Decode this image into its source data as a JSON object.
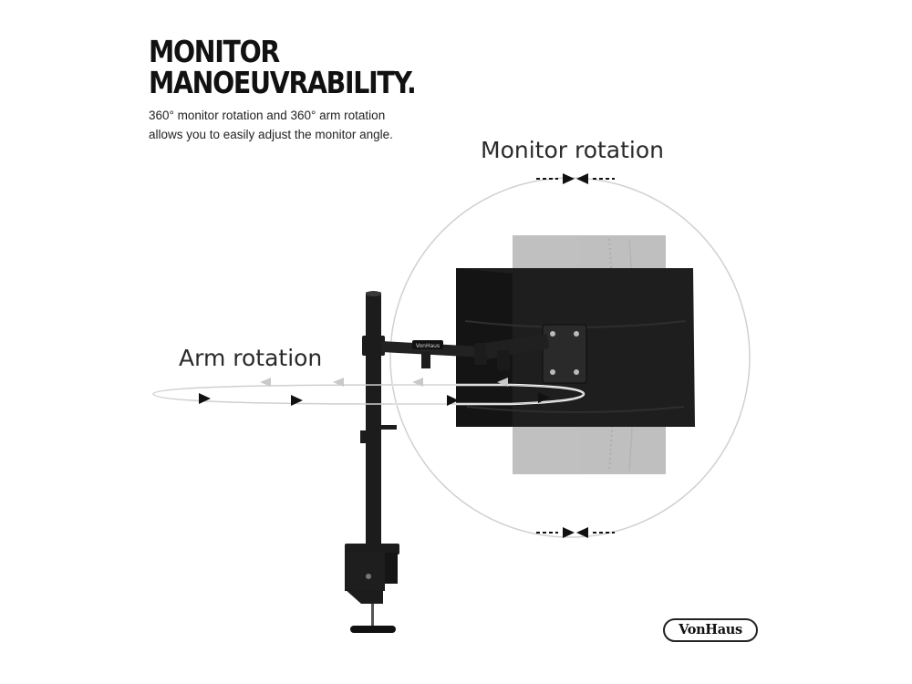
{
  "headline": {
    "line1": "MONITOR",
    "line2": "MANOEUVRABILITY."
  },
  "subtitle": {
    "line1": "360° monitor rotation and 360° arm rotation",
    "line2": "allows you to easily adjust the monitor angle."
  },
  "labels": {
    "monitor_rotation": "Monitor rotation",
    "arm_rotation": "Arm rotation"
  },
  "arm_badge": "VonHaus",
  "brand_logo": "VonHaus",
  "colors": {
    "text": "#111111",
    "circle": "#d0d0d0",
    "mount": "#1c1c1c",
    "ghost_monitor": "#a8a8a8"
  }
}
